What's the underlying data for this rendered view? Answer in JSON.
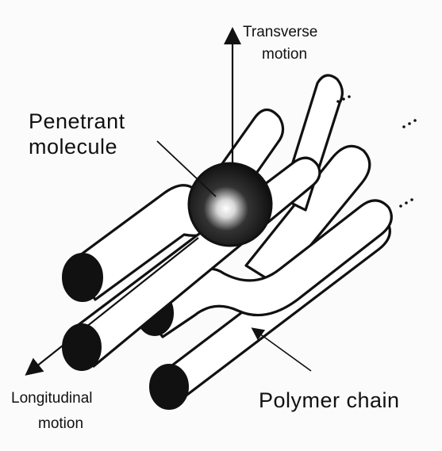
{
  "labels": {
    "transverse_line1": "Transverse",
    "transverse_line2": "motion",
    "penetrant_line1": "Penetrant",
    "penetrant_line2": "molecule",
    "longitudinal_line1": "Longitudinal",
    "longitudinal_line2": "motion",
    "polymer_chain": "Polymer chain"
  },
  "colors": {
    "ink": "#111111",
    "background": "#fbfbfb"
  }
}
